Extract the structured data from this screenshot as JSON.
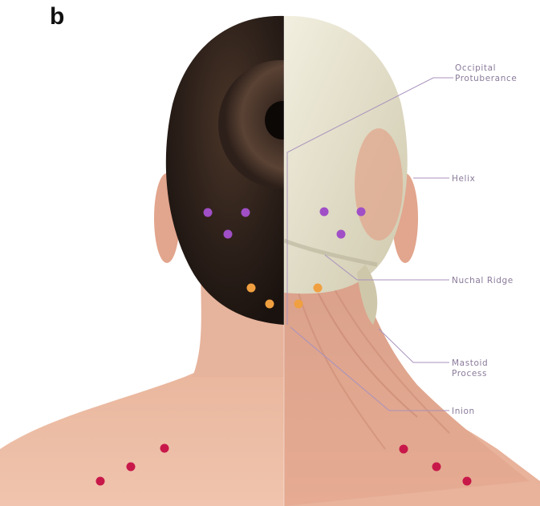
{
  "panel_letter": "b",
  "labels": {
    "occipital_line1": "Occipital",
    "occipital_line2": "Protuberance",
    "helix": "Helix",
    "nuchal_ridge": "Nuchal Ridge",
    "mastoid_line1": "Mastoid",
    "mastoid_line2": "Process",
    "inion": "Inion"
  },
  "colors": {
    "purple_points": "#a04fc6",
    "orange_points": "#f0a040",
    "red_points": "#c8184a",
    "leader_lines": "#a892bd",
    "label_text": "#8a7a9a",
    "hair": "#2a1e18",
    "skin": "#e8b7a0",
    "skull": "#e9e6d4",
    "muscle": "#d89680"
  }
}
